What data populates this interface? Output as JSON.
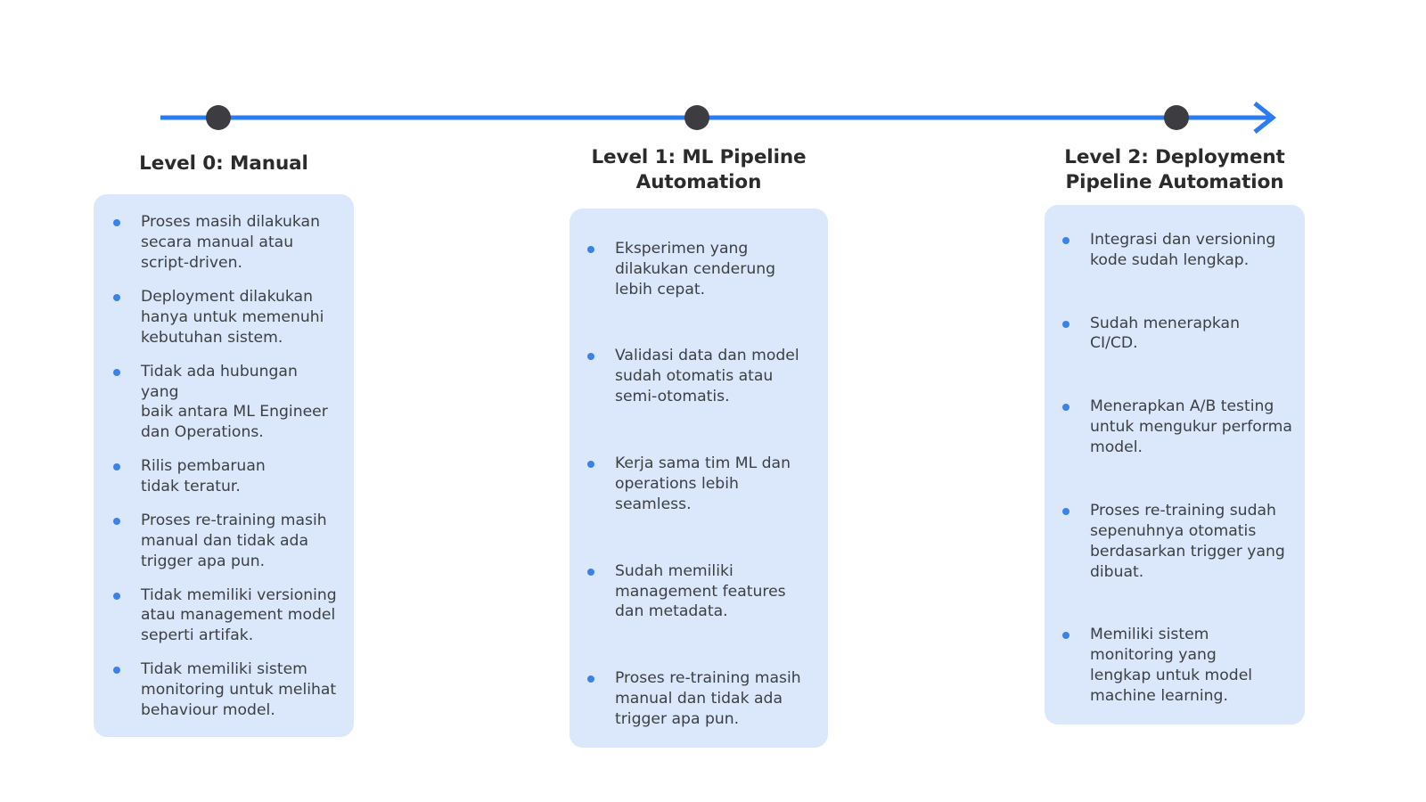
{
  "theme": {
    "background": "#ffffff",
    "timeline_line_color": "#2b7cf0",
    "timeline_node_color": "#3c3c41",
    "card_background": "#dbe7fb",
    "bullet_color": "#3b82e8",
    "heading_color": "#2b2b2b",
    "body_text_color": "#3c4043"
  },
  "timeline": {
    "name": "maturity-timeline",
    "nodes": [
      {
        "label": "Level 0: Manual"
      },
      {
        "label": "Level 1: ML Pipeline Automation"
      },
      {
        "label": "Level 2: Deployment Pipeline Automation"
      }
    ],
    "arrow_direction": "right"
  },
  "columns": [
    {
      "id": "level-0",
      "heading": "Level 0: Manual",
      "bullets": [
        "Proses masih dilakukan\nsecara manual atau\nscript-driven.",
        "Deployment dilakukan\nhanya untuk memenuhi\nkebutuhan sistem.",
        "Tidak ada hubungan yang\nbaik antara ML Engineer\ndan Operations.",
        "Rilis pembaruan\ntidak teratur.",
        "Proses re-training masih\nmanual dan tidak ada\ntrigger apa pun.",
        "Tidak memiliki versioning\natau management model\nseperti artifak.",
        "Tidak memiliki sistem\nmonitoring untuk melihat\nbehaviour model."
      ]
    },
    {
      "id": "level-1",
      "heading": "Level 1: ML Pipeline\nAutomation",
      "bullets": [
        "Eksperimen yang\ndilakukan cenderung\nlebih cepat.",
        "Validasi data dan model\nsudah otomatis atau\nsemi-otomatis.",
        "Kerja sama tim ML dan\noperations lebih seamless.",
        "Sudah memiliki\nmanagement features\ndan metadata.",
        "Proses re-training masih\nmanual dan tidak ada\ntrigger apa pun."
      ]
    },
    {
      "id": "level-2",
      "heading": "Level 2: Deployment\nPipeline Automation",
      "bullets": [
        "Integrasi dan versioning\nkode sudah lengkap.",
        "Sudah menerapkan\nCI/CD.",
        "Menerapkan A/B testing\nuntuk mengukur performa\nmodel.",
        "Proses re-training sudah\nsepenuhnya otomatis\nberdasarkan trigger yang\ndibuat.",
        "Memiliki sistem\nmonitoring yang\nlengkap untuk model\nmachine learning."
      ]
    }
  ]
}
